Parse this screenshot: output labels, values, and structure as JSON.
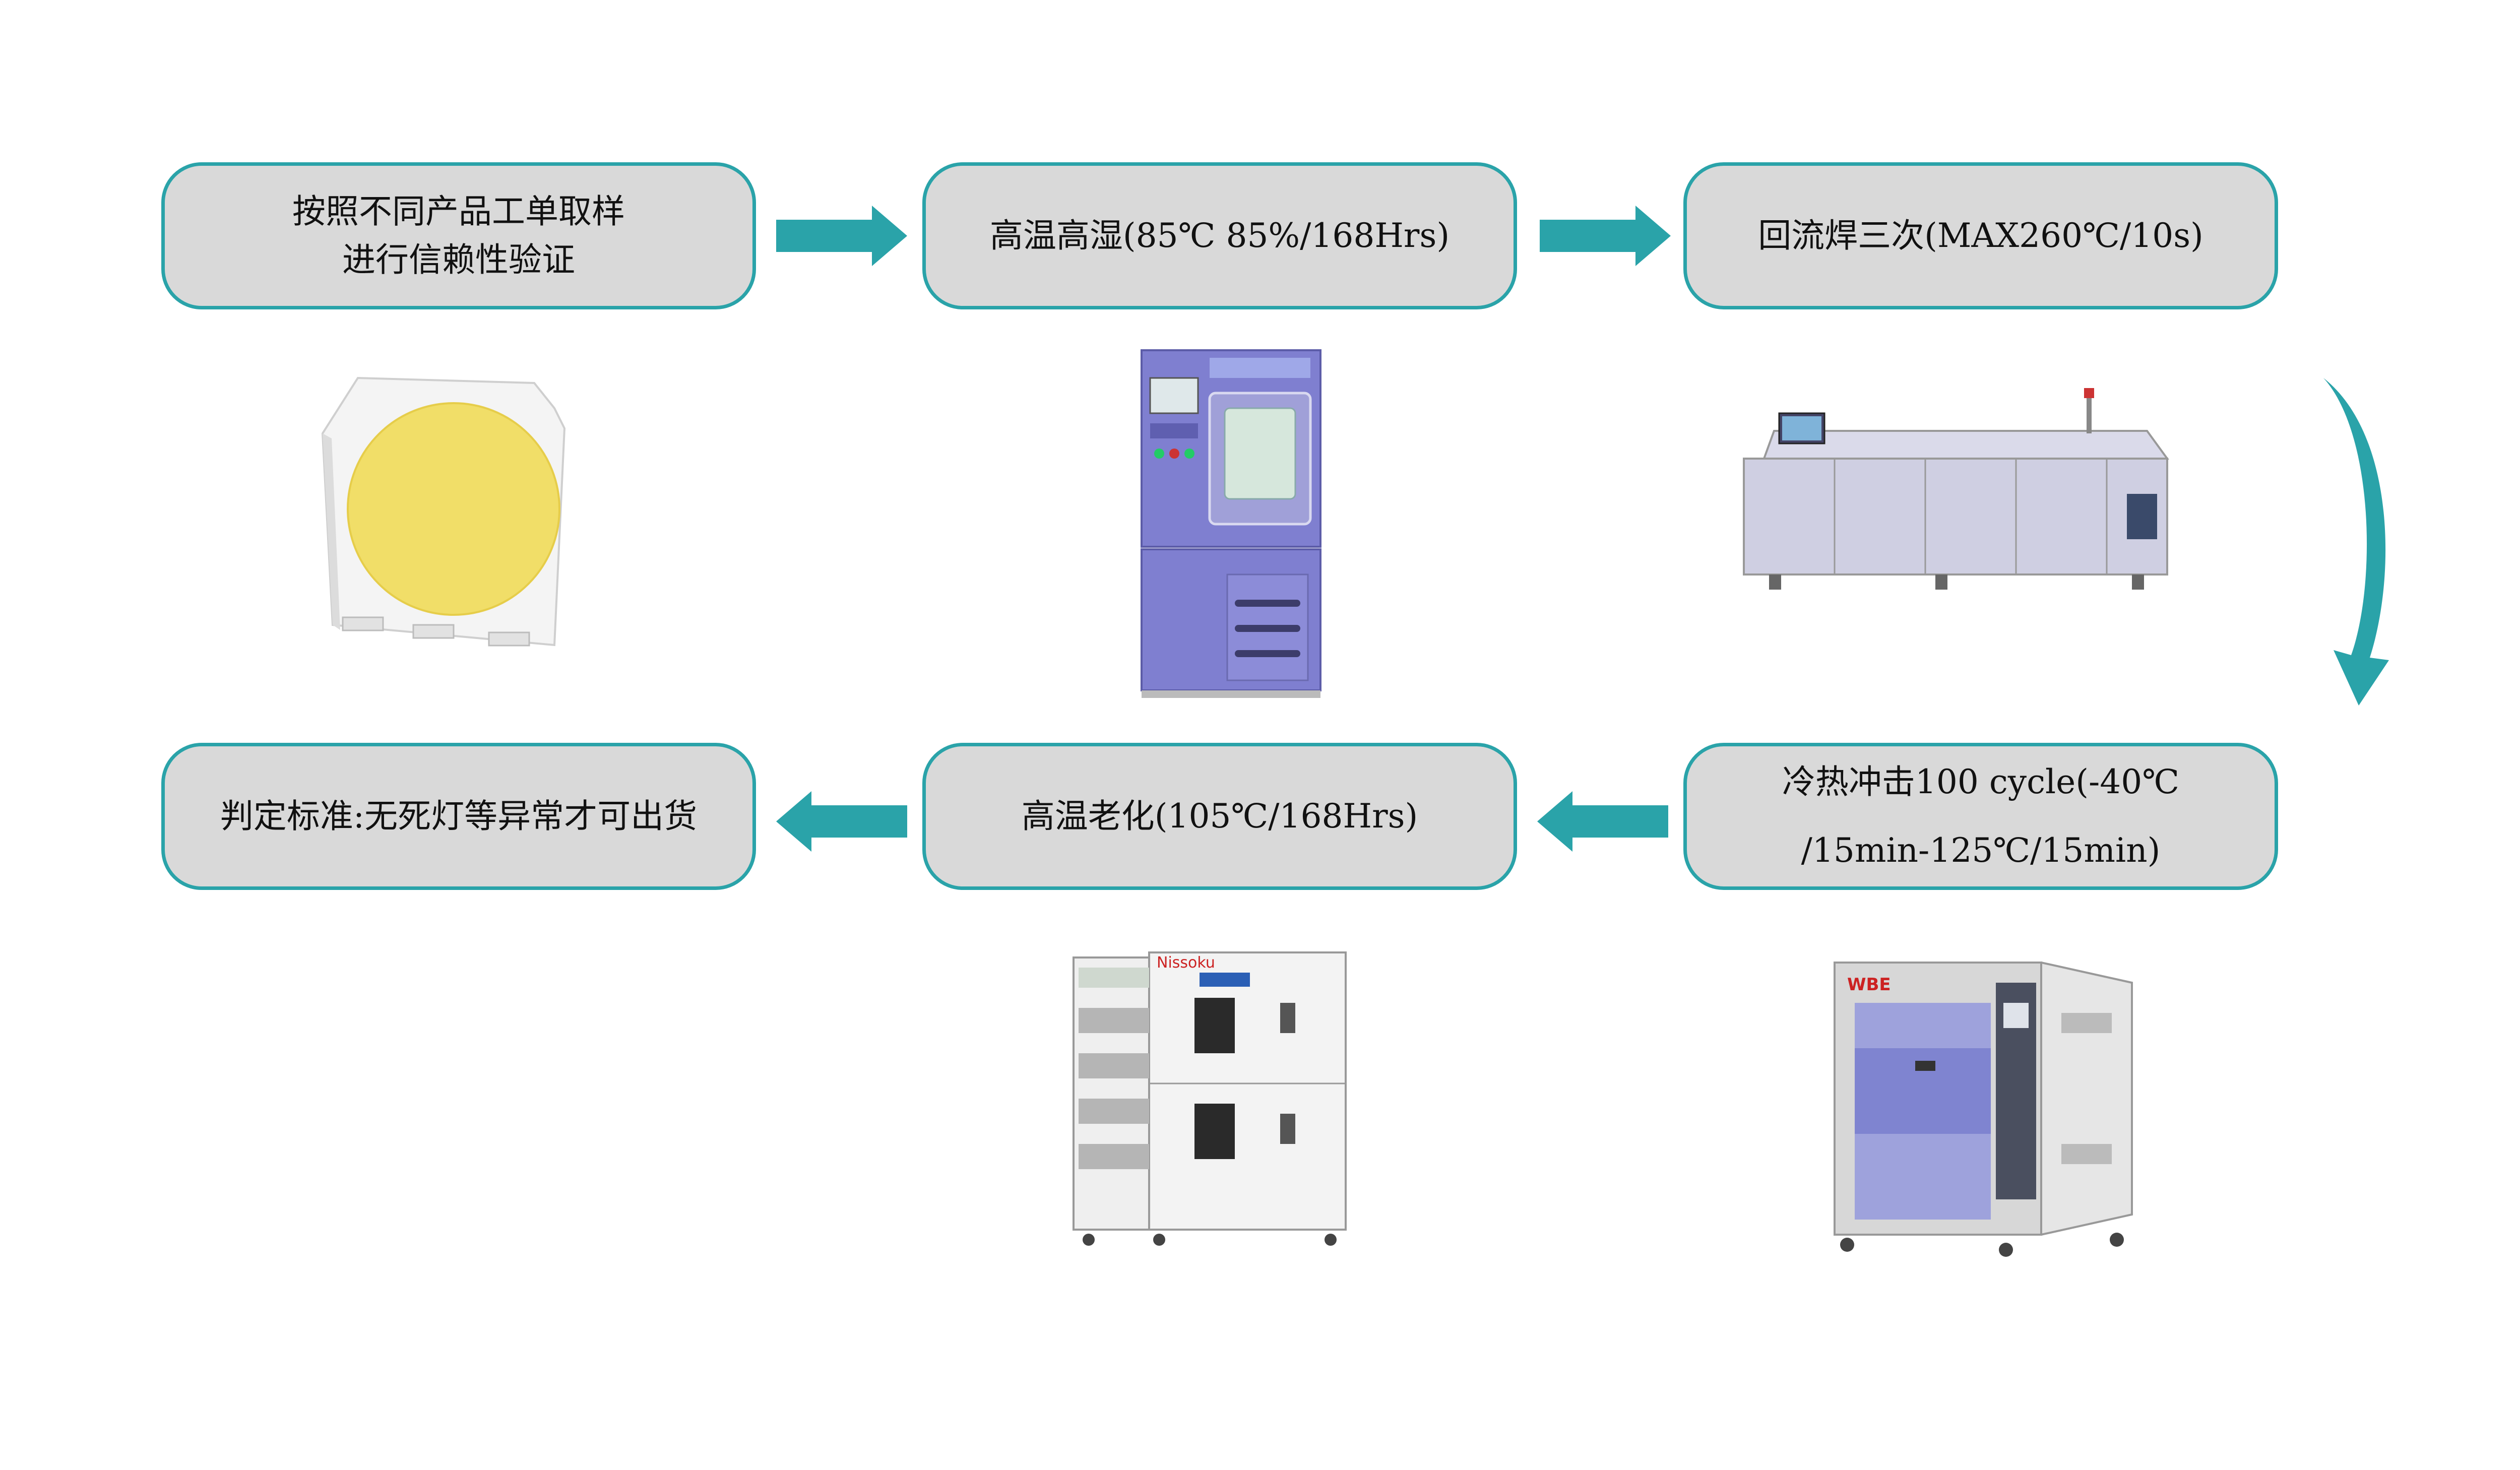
{
  "steps": [
    {
      "lines": [
        "按照不同产品工单取样",
        "进行信赖性验证"
      ]
    },
    {
      "lines": [
        "高温高湿(85℃ 85%/168Hrs)"
      ]
    },
    {
      "lines": [
        "回流焊三次(MAX260℃/10s)"
      ]
    },
    {
      "lines": [
        "冷热冲击100 cycle(-40℃",
        "/15min-125℃/15min)"
      ]
    },
    {
      "lines": [
        "高温老化(105℃/168Hrs)"
      ]
    },
    {
      "lines": [
        "判定标准:无死灯等异常才可出货"
      ]
    }
  ],
  "images": {
    "led": "smd-led-chip",
    "chamber_humidity": "temperature-humidity-test-chamber",
    "reflow": "reflow-oven",
    "aging": "aging-oven",
    "shock": "thermal-shock-chamber"
  },
  "brand_marks": {
    "aging": "Nissoku",
    "shock": "WBE"
  },
  "colors": {
    "accent": "#2aa3a9",
    "box_fill": "#d9d9d9",
    "chamber_purple": "#7f7fd0",
    "led_yellow": "#f1de68"
  }
}
